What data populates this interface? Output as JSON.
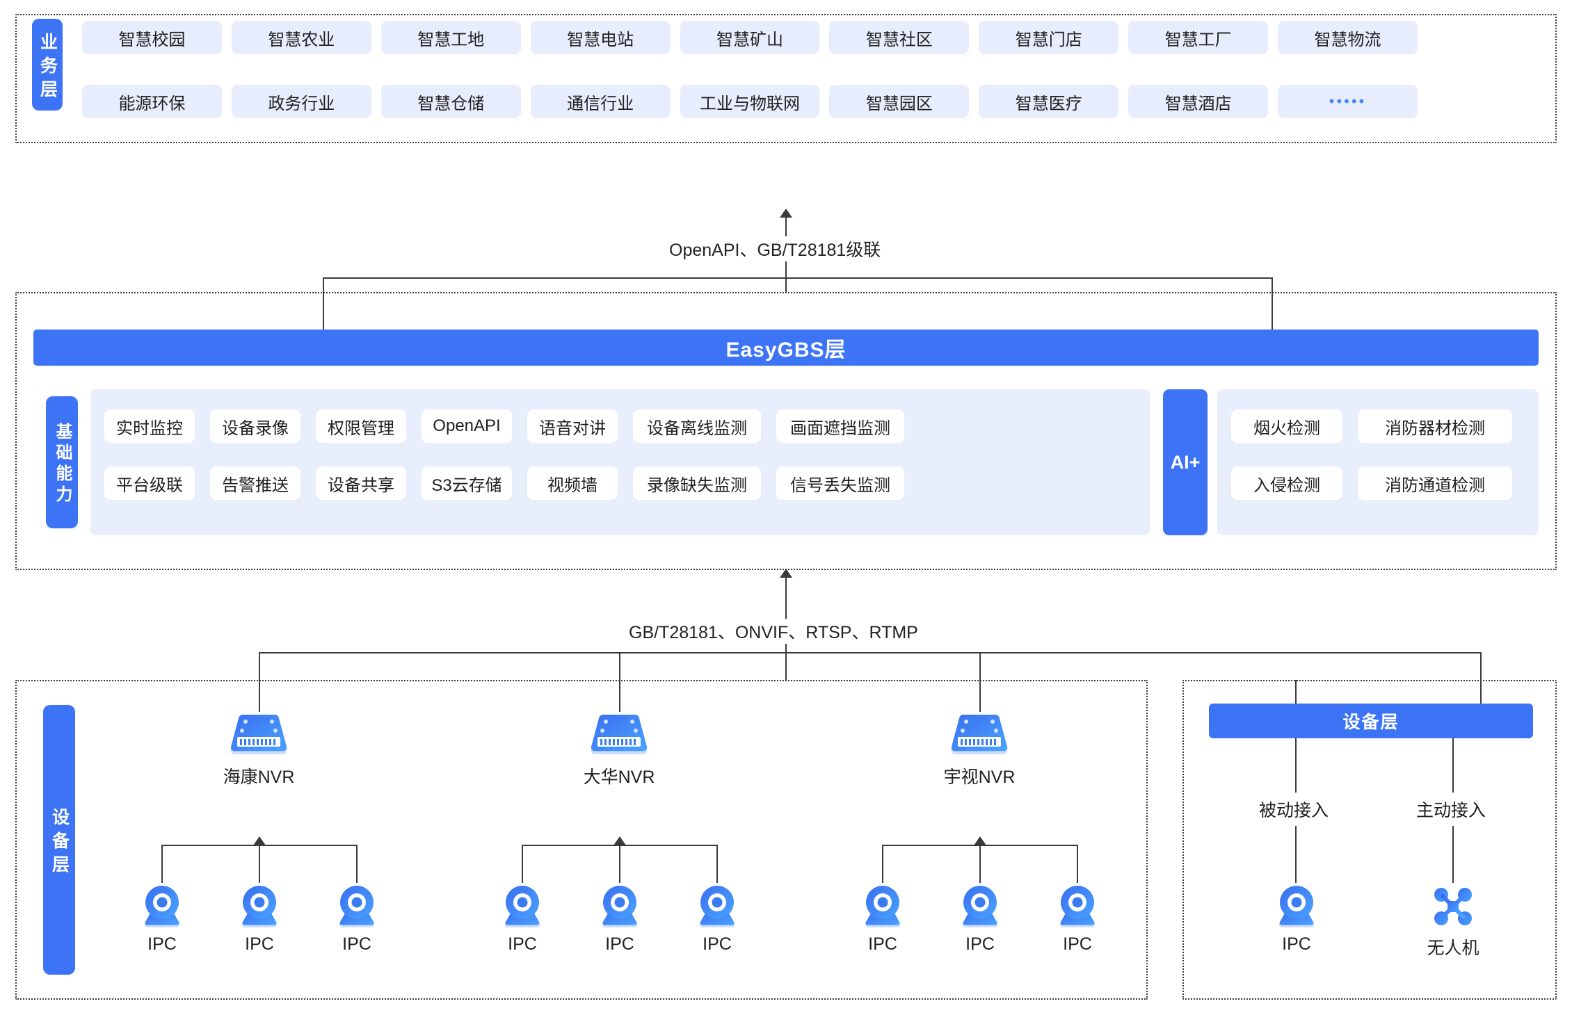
{
  "business": {
    "label": "业务层",
    "items": [
      "智慧校园",
      "智慧农业",
      "智慧工地",
      "智慧电站",
      "智慧矿山",
      "智慧社区",
      "智慧门店",
      "智慧工厂",
      "智慧物流",
      "能源环保",
      "政务行业",
      "智慧仓储",
      "通信行业",
      "工业与物联网",
      "智慧园区",
      "智慧医疗",
      "智慧酒店",
      "•••••"
    ]
  },
  "connector_top": {
    "label": "OpenAPI、GB/T28181级联"
  },
  "gbs": {
    "title": "EasyGBS层",
    "capability_label": "基础能力",
    "capabilities": [
      "实时监控",
      "设备录像",
      "权限管理",
      "OpenAPI",
      "语音对讲",
      "设备离线监测",
      "画面遮挡监测",
      "平台级联",
      "告警推送",
      "设备共享",
      "S3云存储",
      "视频墙",
      "录像缺失监测",
      "信号丢失监测"
    ],
    "ai_tag": "AI+",
    "ai_items": [
      "烟火检测",
      "消防器材检测",
      "入侵检测",
      "消防通道检测"
    ]
  },
  "connector_bottom": {
    "label": "GB/T28181、ONVIF、RTSP、RTMP"
  },
  "device": {
    "label": "设备层",
    "right_title": "设备层",
    "nvrs": [
      {
        "name": "海康NVR",
        "icon": "nvr-icon",
        "children": [
          "IPC",
          "IPC",
          "IPC"
        ]
      },
      {
        "name": "大华NVR",
        "icon": "nvr-icon",
        "children": [
          "IPC",
          "IPC",
          "IPC"
        ]
      },
      {
        "name": "宇视NVR",
        "icon": "nvr-icon",
        "children": [
          "IPC",
          "IPC",
          "IPC"
        ]
      }
    ],
    "direct": [
      {
        "access": "被动接入",
        "name": "IPC",
        "icon": "ipc-camera-icon"
      },
      {
        "access": "主动接入",
        "name": "无人机",
        "icon": "drone-icon"
      }
    ]
  },
  "colors": {
    "brand": "#3d73f5",
    "chip_bg": "#e8edfd",
    "panel_bg": "#e9eefd",
    "line": "#3b3b3b"
  }
}
